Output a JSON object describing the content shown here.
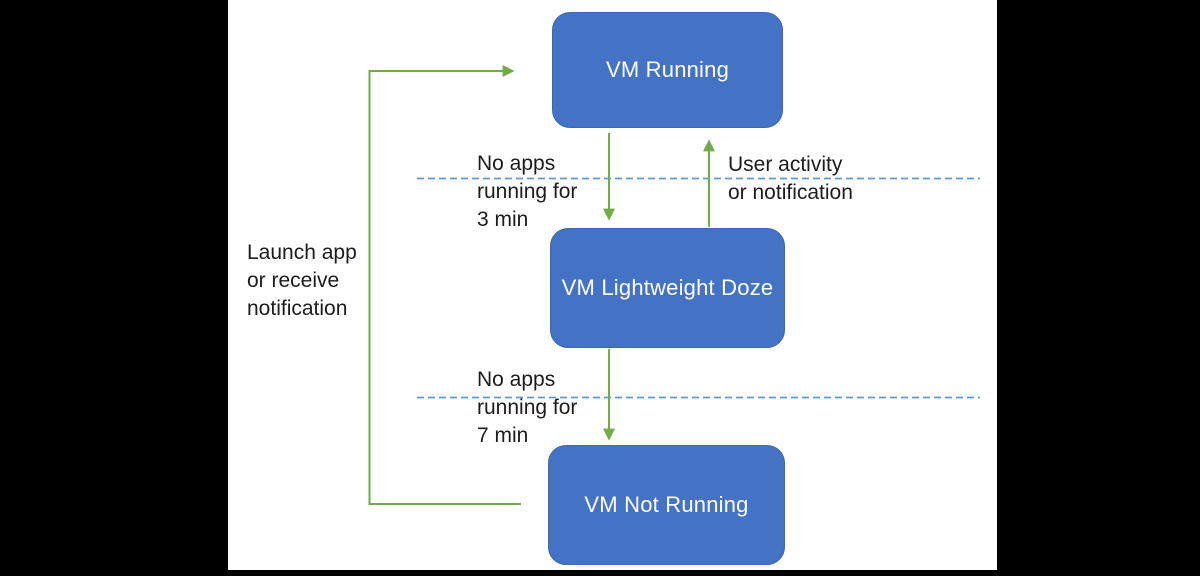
{
  "colors": {
    "node_fill": "#4472c4",
    "node_border": "#3d66b5",
    "node_text": "#ffffff",
    "arrow_green": "#70ad47",
    "dashed_blue": "#5b9bd5",
    "label_text": "#1c1c1c",
    "frame_bg": "#000000",
    "canvas_bg": "#ffffff"
  },
  "diagram": {
    "type": "state-diagram",
    "nodes": [
      {
        "name": "vm-running",
        "label": "VM Running"
      },
      {
        "name": "vm-lightweight-doze",
        "label": "VM Lightweight Doze"
      },
      {
        "name": "vm-not-running",
        "label": "VM Not Running"
      }
    ],
    "edge_labels": [
      {
        "name": "no-apps-3min",
        "text": "No apps\nrunning for\n3 min"
      },
      {
        "name": "user-activity",
        "text": "User activity\nor notification"
      },
      {
        "name": "no-apps-7min",
        "text": "No apps\nrunning for\n7 min"
      },
      {
        "name": "launch-app",
        "text": "Launch app\nor receive\nnotification"
      }
    ]
  }
}
